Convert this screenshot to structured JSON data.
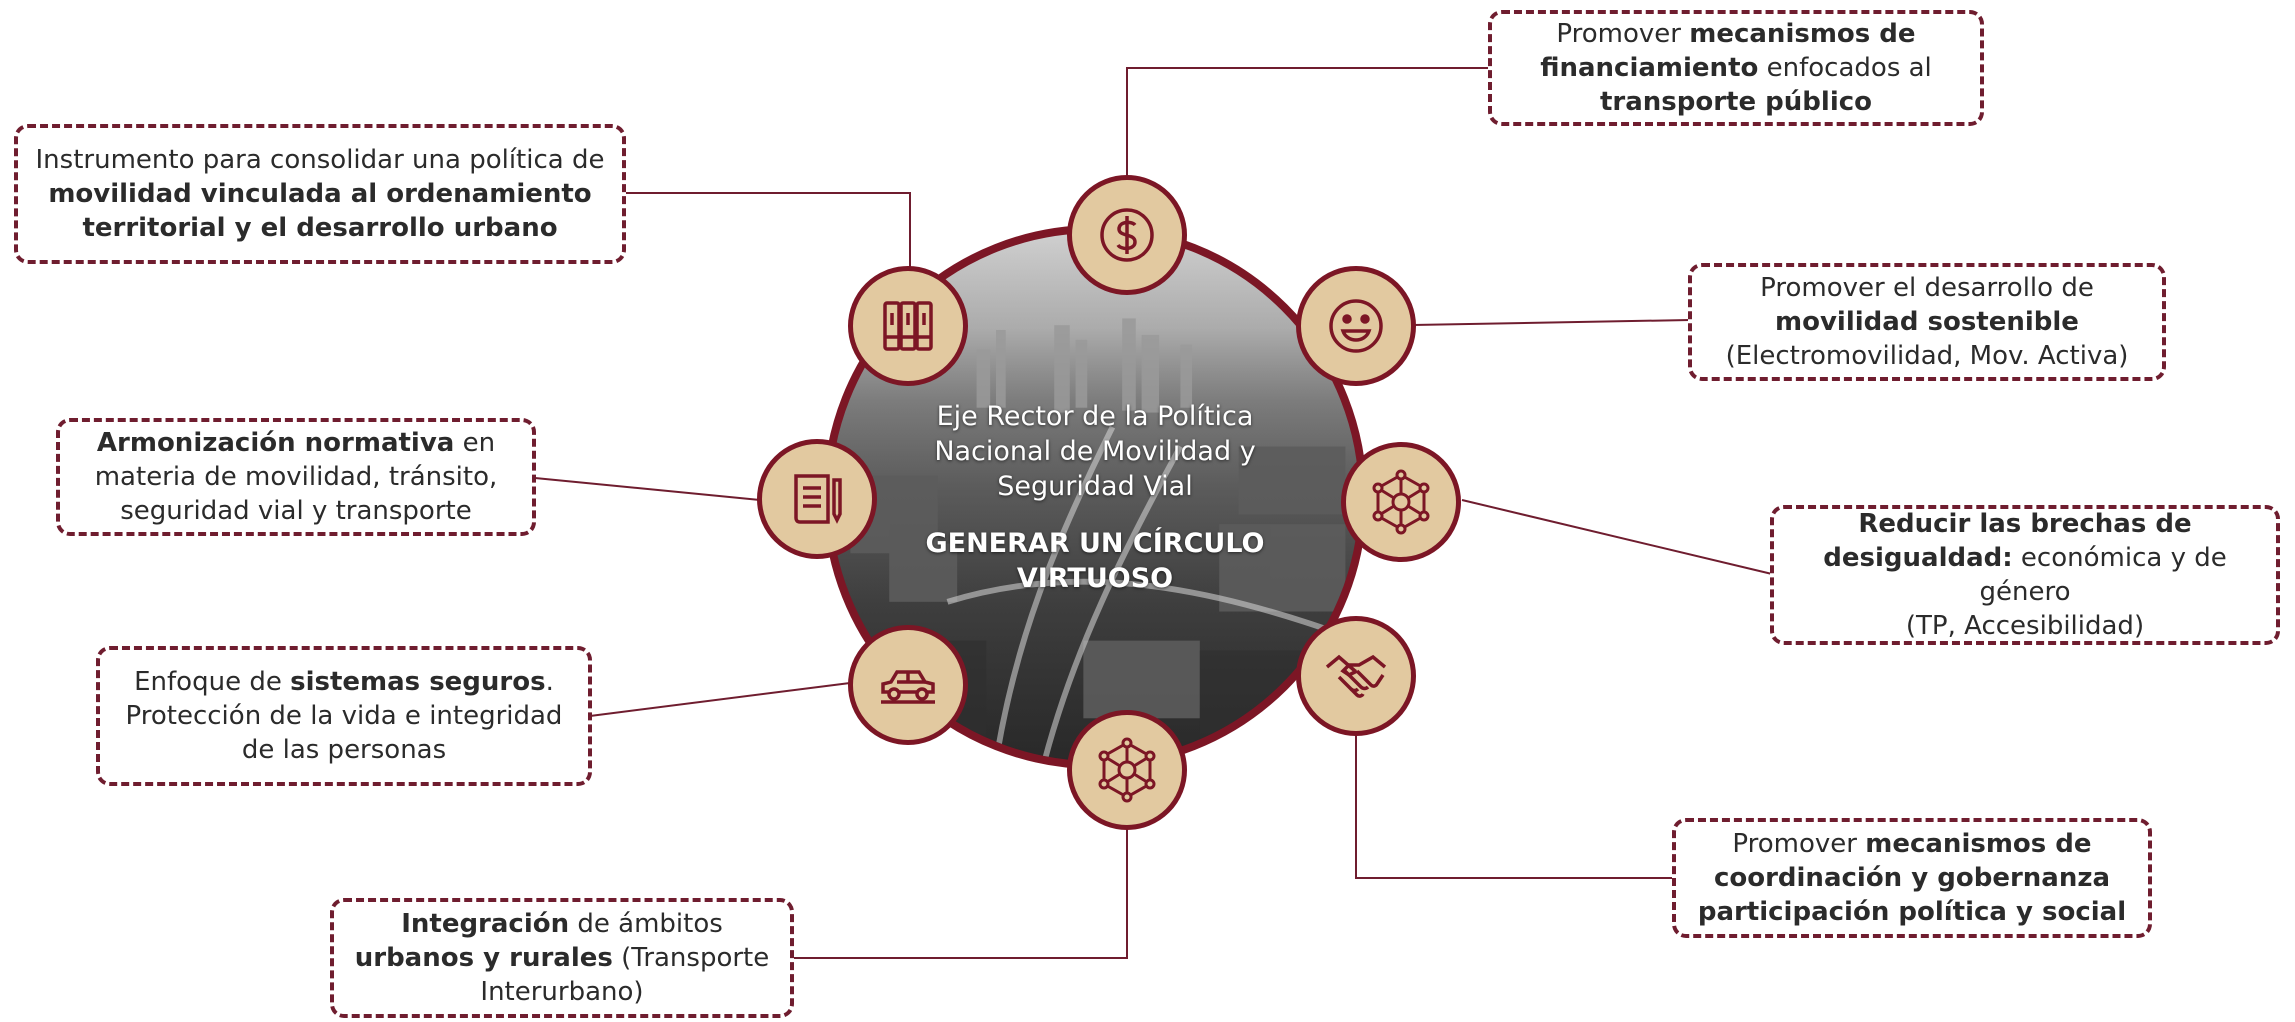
{
  "hub": {
    "title": "Eje Rector de la Política Nacional de Movilidad y Seguridad Vial",
    "subtitle": "GENERAR UN CÍRCULO VIRTUOSO"
  },
  "boxes": {
    "financiamiento": {
      "text_before": "Promover ",
      "bold1": "mecanismos de financiamiento",
      "text_mid": " enfocados al ",
      "bold2": "transporte público"
    },
    "instrumento": {
      "text_before": "Instrumento para consolidar una política de ",
      "bold1": "movilidad vinculada al ordenamiento territorial y el desarrollo urbano"
    },
    "sostenible": {
      "text_before": "Promover el desarrollo de ",
      "bold1": "movilidad sostenible",
      "text_after": "(Electromovilidad, Mov. Activa)"
    },
    "armonizacion": {
      "bold1": "Armonización normativa",
      "text_after": " en materia de movilidad, tránsito, seguridad vial y transporte"
    },
    "brechas": {
      "bold1": "Reducir las brechas de desigualdad:",
      "text_mid": " económica y de género",
      "text_after": "(TP, Accesibilidad)"
    },
    "seguros": {
      "text_before": "Enfoque de ",
      "bold1": "sistemas seguros",
      "text_after": ". Protección de la vida e integridad de las personas"
    },
    "coordinacion": {
      "text_before": "Promover ",
      "bold1": "mecanismos de coordinación y gobernanza participación política y social"
    },
    "integracion": {
      "bold1": "Integración",
      "text_mid": " de ámbitos ",
      "bold2": "urbanos y rurales",
      "text_after": " (Transporte Interurbano)"
    }
  },
  "icons": [
    "dollar-icon",
    "binders-icon",
    "smile-icon",
    "document-pen-icon",
    "network-icon",
    "car-icon",
    "handshake-icon",
    "network-icon"
  ],
  "colors": {
    "accent": "#7c1625",
    "dashed_border": "#6f1d2f",
    "icon_fill": "#e2c9a0",
    "connector": "#6f1d2f"
  }
}
